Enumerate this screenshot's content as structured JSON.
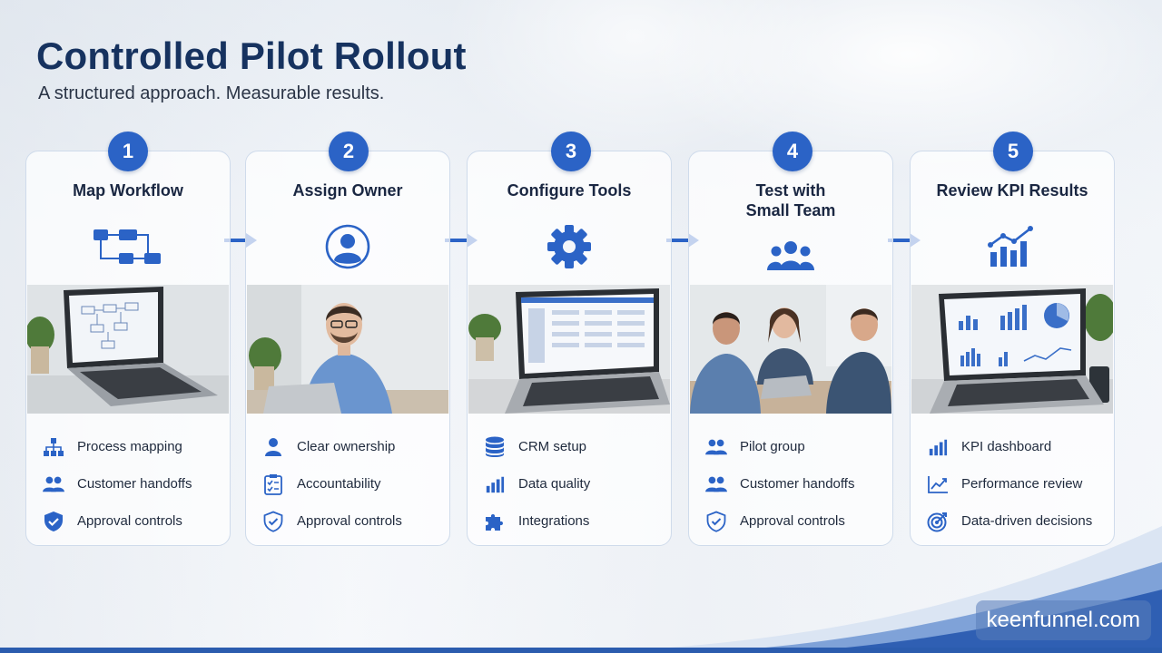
{
  "header": {
    "title": "Controlled Pilot Rollout",
    "subtitle": "A structured approach. Measurable results."
  },
  "colors": {
    "accent": "#2b63c6",
    "navy": "#16325f",
    "card_border": "#cfdbeb"
  },
  "steps": [
    {
      "number": "1",
      "title": "Map Workflow",
      "icon": "workflow-icon",
      "photo": "laptop-with-flowchart",
      "features": [
        {
          "icon": "sitemap-icon",
          "label": "Process mapping"
        },
        {
          "icon": "users-icon",
          "label": "Customer handoffs"
        },
        {
          "icon": "shield-check-icon",
          "label": "Approval controls"
        }
      ]
    },
    {
      "number": "2",
      "title": "Assign Owner",
      "icon": "user-circle-icon",
      "photo": "man-at-laptop",
      "features": [
        {
          "icon": "user-icon",
          "label": "Clear ownership"
        },
        {
          "icon": "checklist-icon",
          "label": "Accountability"
        },
        {
          "icon": "shield-check-outline-icon",
          "label": "Approval controls"
        }
      ]
    },
    {
      "number": "3",
      "title": "Configure Tools",
      "icon": "gear-icon",
      "photo": "laptop-with-crm",
      "features": [
        {
          "icon": "database-icon",
          "label": "CRM setup"
        },
        {
          "icon": "bar-chart-icon",
          "label": "Data quality"
        },
        {
          "icon": "puzzle-icon",
          "label": "Integrations"
        }
      ]
    },
    {
      "number": "4",
      "title": "Test with\nSmall Team",
      "icon": "team-icon",
      "photo": "team-meeting",
      "features": [
        {
          "icon": "users-icon",
          "label": "Pilot group"
        },
        {
          "icon": "users-icon",
          "label": "Customer handoffs"
        },
        {
          "icon": "shield-check-outline-icon",
          "label": "Approval controls"
        }
      ]
    },
    {
      "number": "5",
      "title": "Review KPI Results",
      "icon": "growth-chart-icon",
      "photo": "laptop-with-dashboard",
      "features": [
        {
          "icon": "bar-chart-icon",
          "label": "KPI dashboard"
        },
        {
          "icon": "line-chart-icon",
          "label": "Performance review"
        },
        {
          "icon": "target-icon",
          "label": "Data-driven decisions"
        }
      ]
    }
  ],
  "brand": "keenfunnel.com"
}
